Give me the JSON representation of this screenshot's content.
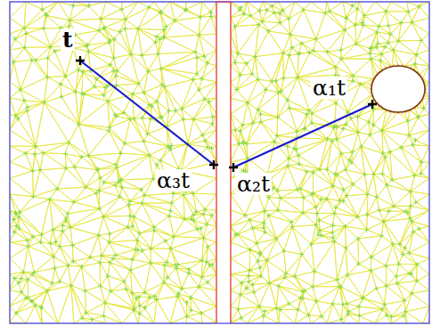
{
  "diagram": {
    "labels": [
      "t",
      "α₁t",
      "α₃t",
      "α₂t"
    ]
  }
}
